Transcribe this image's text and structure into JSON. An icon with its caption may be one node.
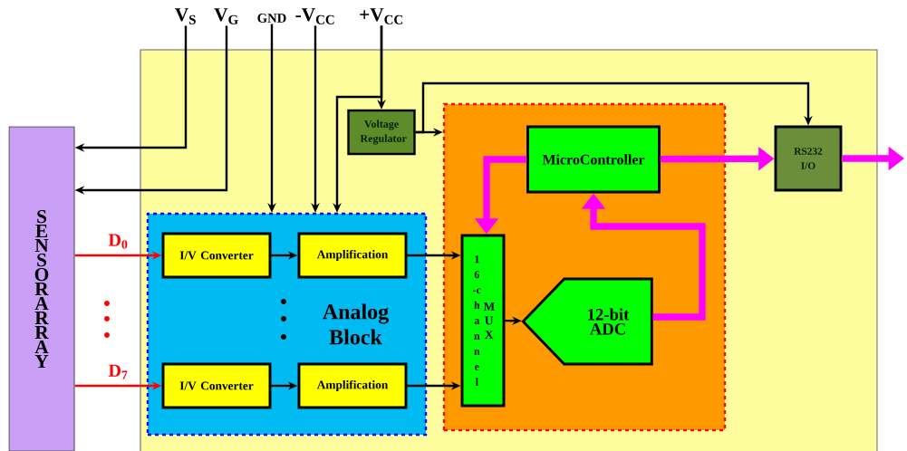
{
  "diagram": {
    "nodes": [
      {
        "text": [
          "SENSOR ARRAY"
        ]
      },
      {
        "text": [],
        "shape": "box"
      },
      {
        "text": [
          "Voltage Regulator"
        ],
        "in": 1
      },
      {
        "text": [
          "Analog Block"
        ],
        "in": 1
      },
      {
        "text": [
          "I/V Converter"
        ],
        "in": 3
      },
      {
        "text": [
          "Amplification"
        ],
        "in": 3
      },
      {
        "text": [
          "I/V Converter"
        ],
        "in": 3
      },
      {
        "text": [
          "Amplification"
        ],
        "in": 3
      },
      {
        "text": [],
        "shape": "box",
        "in": 1
      },
      {
        "text": [
          "MicroController"
        ],
        "in": 8
      },
      {
        "text": [
          "16-channel",
          "MUX"
        ],
        "in": 8
      },
      {
        "text": [
          "12-bit ADC"
        ],
        "in": 8
      },
      {
        "text": [
          "RS232 I/O"
        ],
        "in": 1
      },
      {
        "text": [
          "V$_{S}$"
        ]
      },
      {
        "text": [
          "V$_{G}$"
        ]
      },
      {
        "text": [
          "GND"
        ]
      },
      {
        "text": [
          "-V$_{CC}$"
        ]
      },
      {
        "text": [
          "+V$_{CC}$"
        ]
      }
    ],
    "edges": [
      {
        "from": 13,
        "to": 0,
        "arrow": "to"
      },
      {
        "from": 14,
        "to": 0,
        "arrow": "to"
      },
      {
        "from": 15,
        "to": 3,
        "arrow": "to"
      },
      {
        "from": 16,
        "to": 3,
        "arrow": "to"
      },
      {
        "from": 17,
        "to": 2,
        "arrow": "to"
      },
      {
        "from": 17,
        "to": 3,
        "arrow": "to"
      },
      {
        "from": 2,
        "to": 8,
        "arrow": "to"
      },
      {
        "from": 2,
        "to": 12,
        "arrow": "to"
      },
      {
        "from": 0,
        "to": 4,
        "arrow": "to",
        "label": "D$_{0}$",
        "color": "#ff0000"
      },
      {
        "from": 0,
        "to": 6,
        "arrow": "to",
        "label": "D$_{7}$",
        "color": "#ff0000"
      },
      {
        "from": 4,
        "to": 5,
        "arrow": "to"
      },
      {
        "from": 6,
        "to": 7,
        "arrow": "to"
      },
      {
        "from": 5,
        "to": 10,
        "arrow": "to"
      },
      {
        "from": 7,
        "to": 10,
        "arrow": "to"
      },
      {
        "from": 10,
        "to": 11,
        "arrow": "to"
      },
      {
        "from": 9,
        "to": 10,
        "arrow": "to",
        "style": "thick",
        "color": "#ff00ff"
      },
      {
        "from": 11,
        "to": 9,
        "arrow": "to",
        "style": "thick",
        "color": "#ff00ff"
      },
      {
        "from": 9,
        "to": 12,
        "arrow": "to",
        "style": "thick",
        "color": "#ff00ff"
      },
      {
        "from": 12,
        "to": null,
        "arrow": "to",
        "style": "thick",
        "color": "#ff00ff"
      }
    ]
  }
}
